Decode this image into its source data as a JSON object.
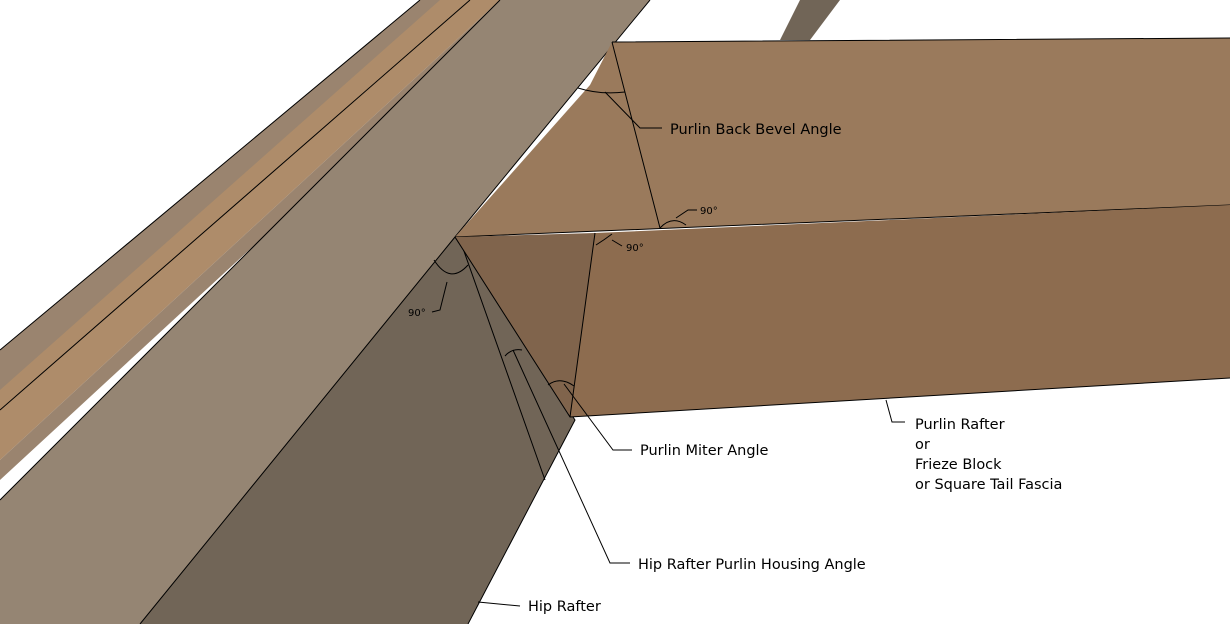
{
  "diagram": {
    "colors": {
      "background": "#ffffff",
      "beam_top_light": "#ae8c6a",
      "beam_side": "#9a846f",
      "hip_top": "#958573",
      "hip_side": "#716557",
      "purlin_top": "#9a7a5c",
      "purlin_face": "#8d6c4f",
      "purlin_end": "#80644c",
      "line": "#000000"
    },
    "labels": {
      "back_bevel": "Purlin Back Bevel Angle",
      "miter": "Purlin Miter Angle",
      "housing": "Hip Rafter Purlin Housing Angle",
      "hip_rafter": "Hip Rafter",
      "purlin_rafter": [
        "Purlin Rafter",
        "or",
        "Frieze Block",
        "or Square Tail Fascia"
      ]
    },
    "right_angles": [
      "90°",
      "90°",
      "90°"
    ]
  }
}
